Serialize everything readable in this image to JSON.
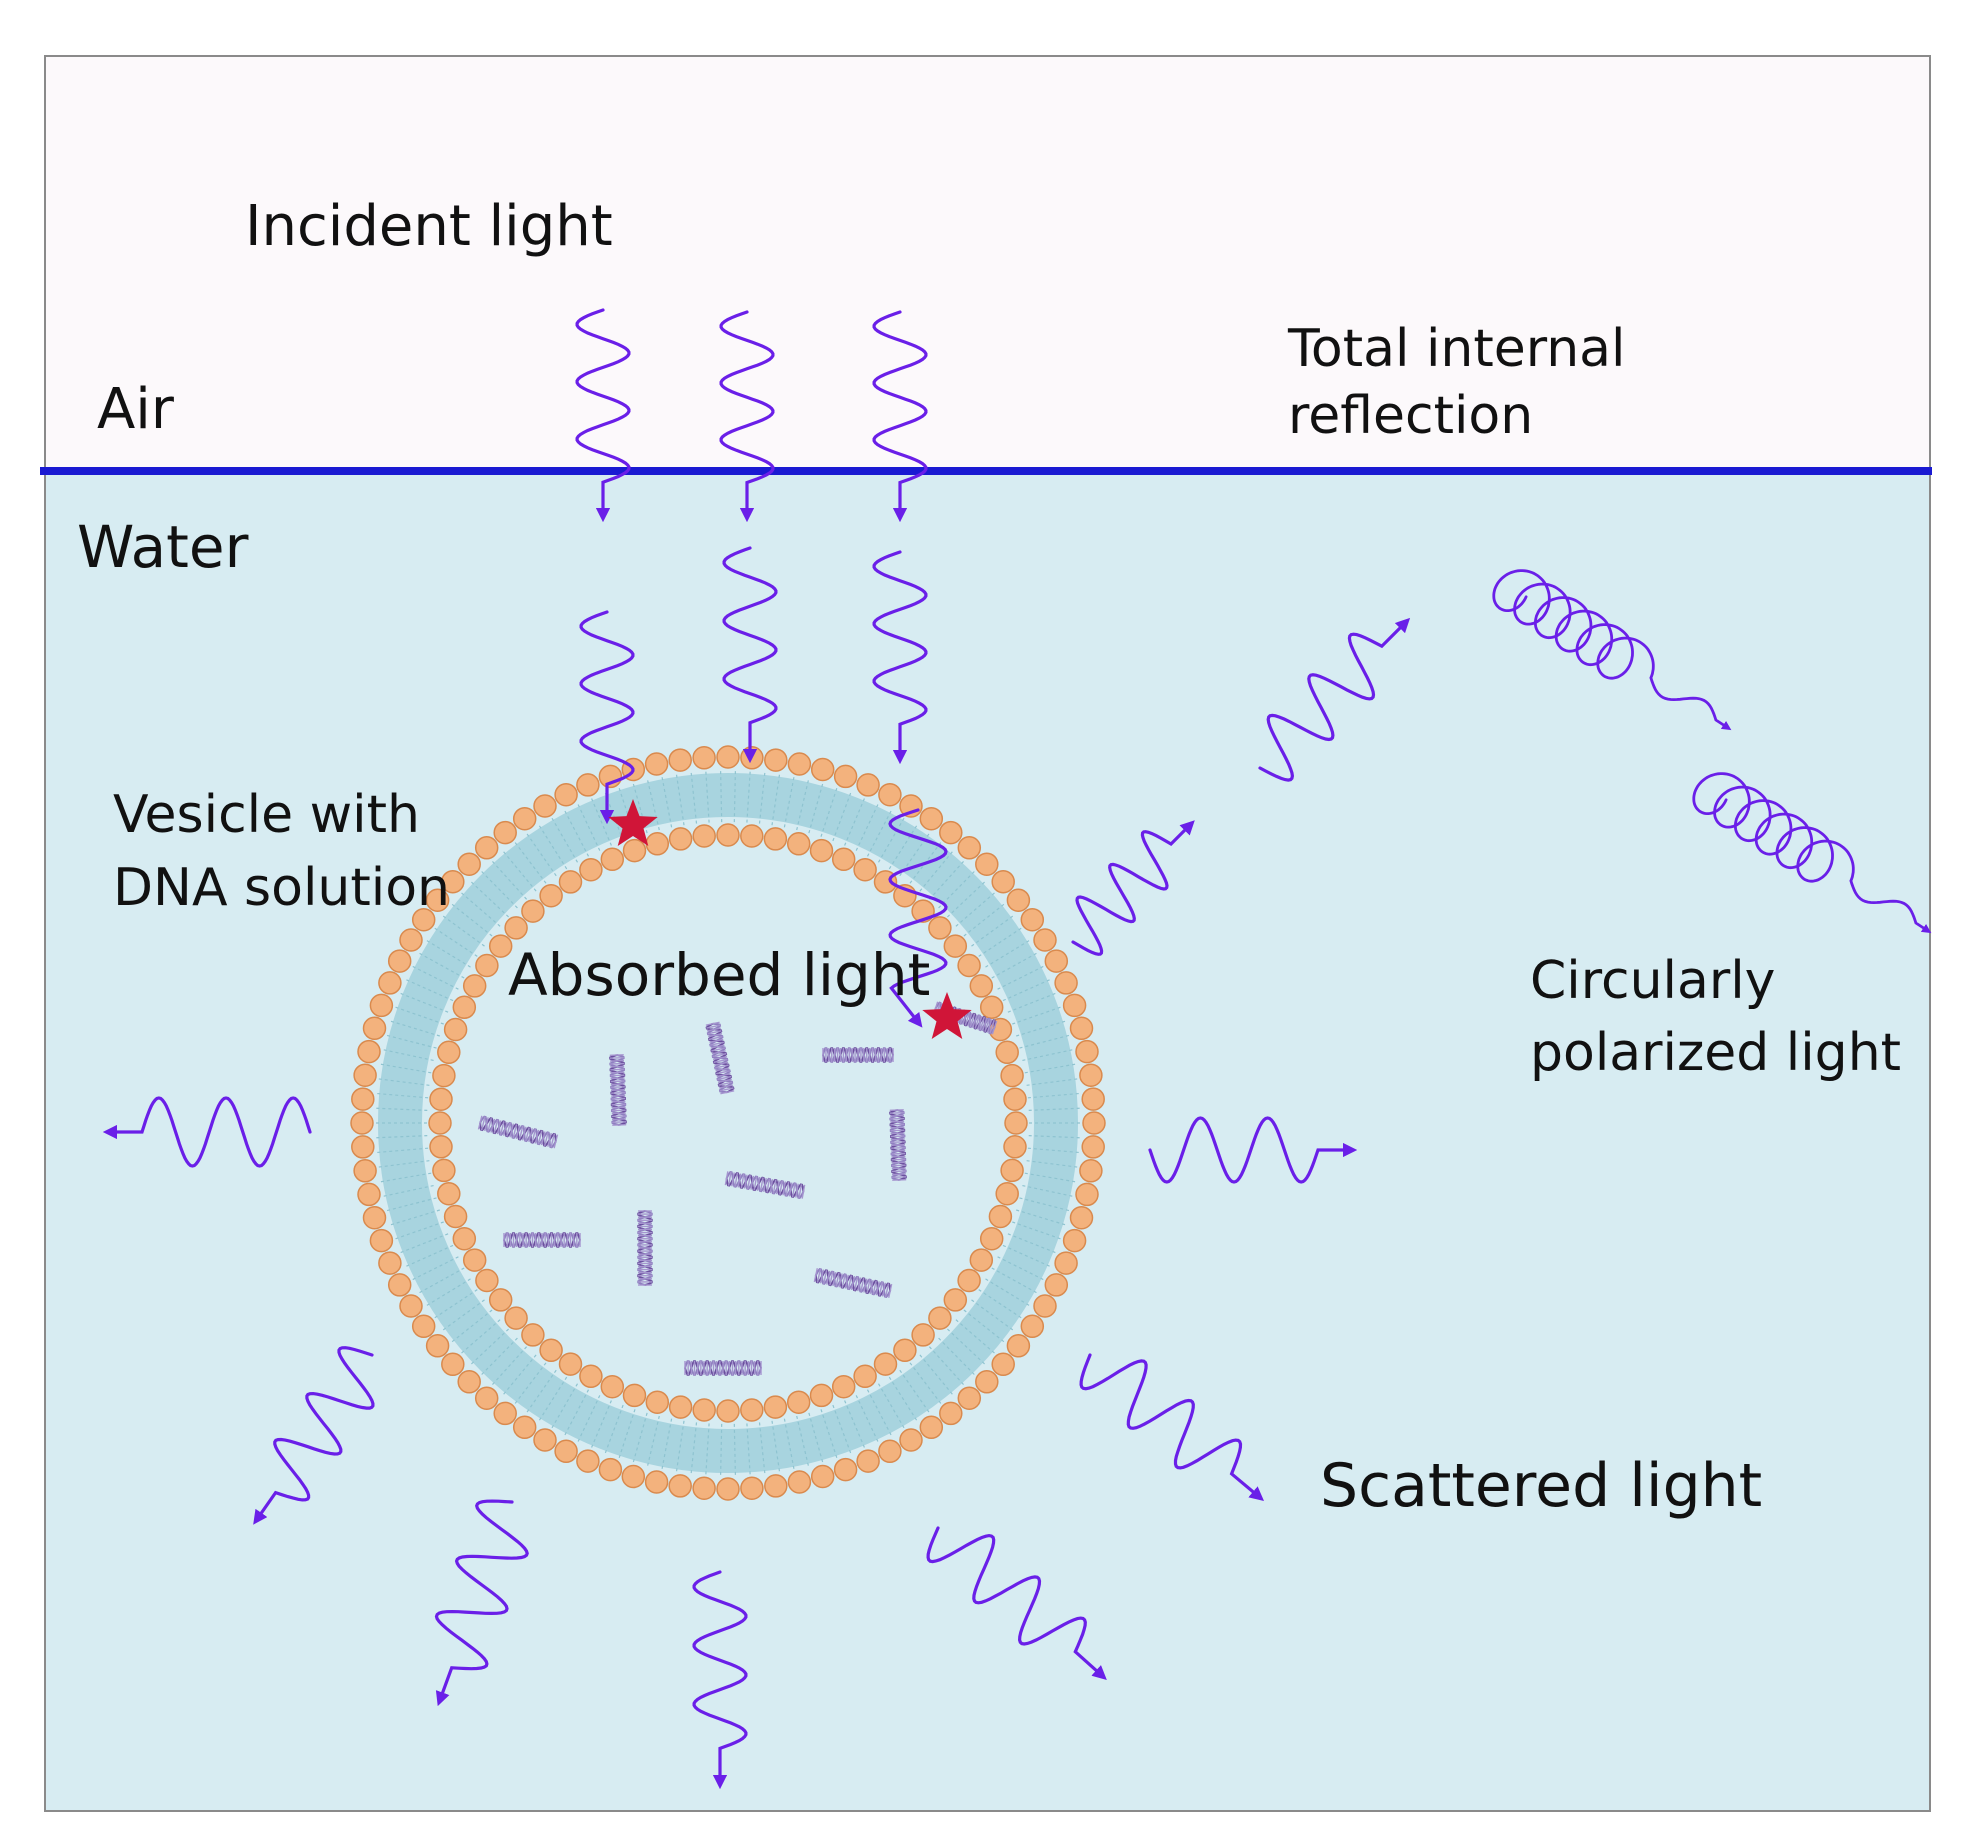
{
  "labels": {
    "incident": "Incident light",
    "air": "Air",
    "water": "Water",
    "tir_line1": "Total internal",
    "tir_line2": "reflection",
    "vesicle_line1": "Vesicle with",
    "vesicle_line2": "DNA solution",
    "absorbed": "Absorbed light",
    "circular_line1": "Circularly",
    "circular_line2": "polarized light",
    "scattered": "Scattered light"
  },
  "colors": {
    "air": "#fcf9fb",
    "water": "#d7ecf2",
    "interface": "#1a1ad2",
    "wave": "#6a1fe8",
    "bead": "#f3b27d",
    "bead_edge": "#d98a4e",
    "tail": "#9fd0dc",
    "dna": "#6b4f9e",
    "star": "#d01538"
  }
}
